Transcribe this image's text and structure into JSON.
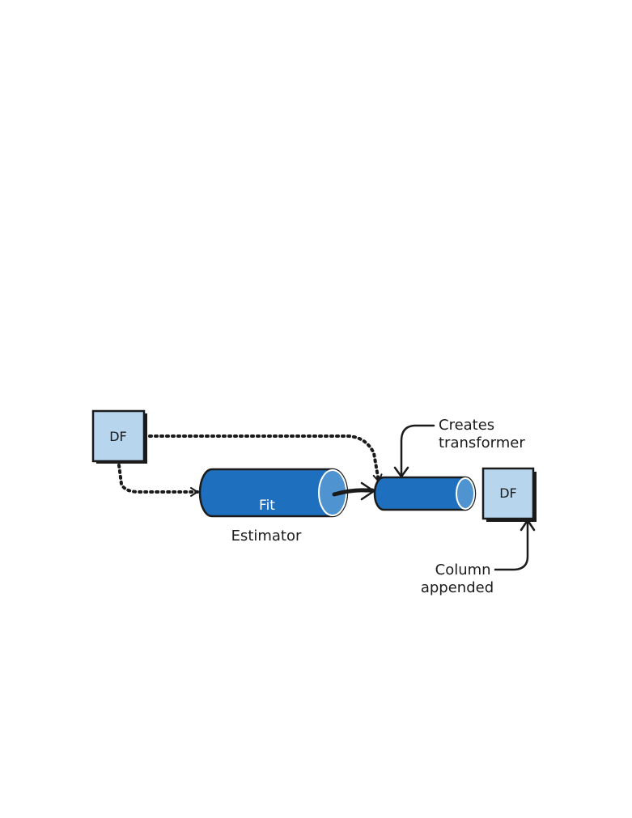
{
  "diagram": {
    "input_df_label": "DF",
    "output_df_label": "DF",
    "estimator_fit_label": "Fit",
    "estimator_label": "Estimator",
    "creates_transformer_line1": "Creates",
    "creates_transformer_line2": "transformer",
    "column_appended_line1": "Column",
    "column_appended_line2": "appended"
  },
  "colors": {
    "df_fill": "#b7d5ec",
    "cylinder_body": "#1f6fbf",
    "cylinder_end": "#4f93d1",
    "outline": "#1b1b1b"
  }
}
